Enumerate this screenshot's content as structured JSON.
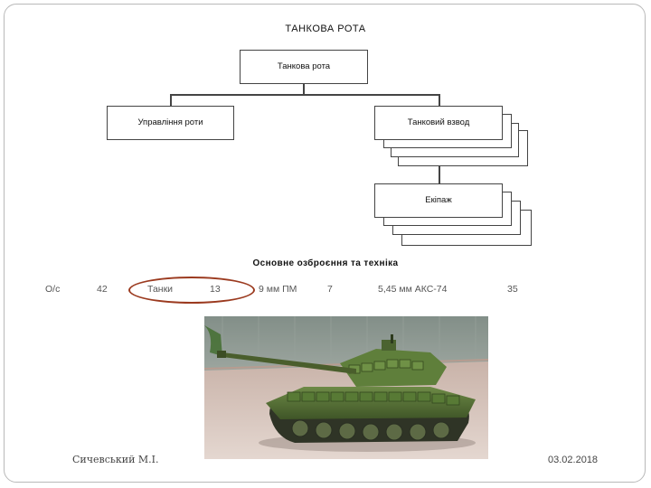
{
  "diagram": {
    "title": "ТАНКОВА РОТА",
    "company": "Танкова рота",
    "management": "Управління роти",
    "platoon": "Танковий взвод",
    "crew": "Екіпаж"
  },
  "armament": {
    "heading": "Основне озброєння та техніка",
    "items": [
      {
        "label": "О/с",
        "value": "42"
      },
      {
        "label": "Танки",
        "value": "13"
      },
      {
        "label": "9 мм ПМ",
        "value": "7"
      },
      {
        "label": "5,45 мм АКС-74",
        "value": "35"
      }
    ],
    "highlight_color": "#9b3a1f"
  },
  "photo": {
    "subject": "tank"
  },
  "footer": {
    "author": "Сичевський М.І.",
    "date": "03.02.2018"
  }
}
